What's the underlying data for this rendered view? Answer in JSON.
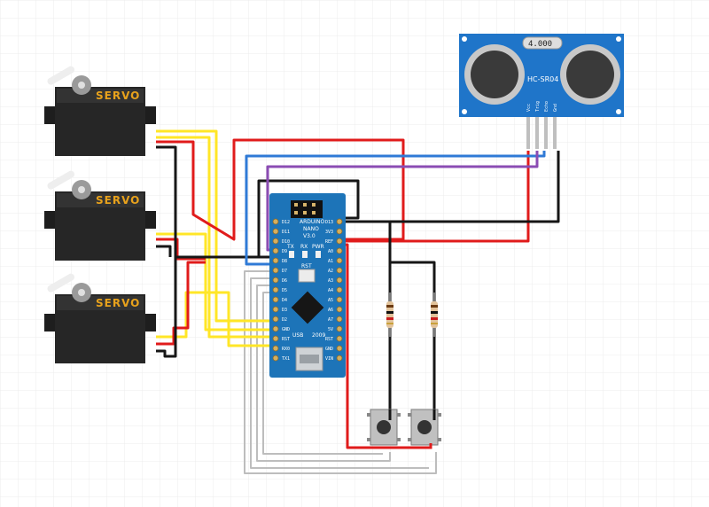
{
  "colors": {
    "background": "#ffffff",
    "grid": "#e9e9e9",
    "servo_body": "#222222",
    "servo_label": "#e8a21c",
    "board_blue": "#1d74b8",
    "sensor_blue": "#1f75c9",
    "wire_red": "#e01b1b",
    "wire_black": "#161616",
    "wire_yellow": "#ffe627",
    "wire_blue": "#2f7ad6",
    "wire_purple": "#8b4cb3",
    "wire_grey": "#b8b8b8"
  },
  "servos": [
    {
      "label": "SERVO"
    },
    {
      "label": "SERVO"
    },
    {
      "label": "SERVO"
    }
  ],
  "arduino": {
    "model_line1": "ARDUINO",
    "model_line2": "NANO",
    "model_line3": "V3.0",
    "year": "2009",
    "usb_label": "USB",
    "led_labels": [
      "TX",
      "RX",
      "PWR"
    ],
    "rst_label": "RST",
    "left_pins": [
      "D12",
      "D11",
      "D10",
      "D9",
      "D8",
      "D7",
      "D6",
      "D5",
      "D4",
      "D3",
      "D2",
      "GND",
      "RST",
      "RX0",
      "TX1"
    ],
    "right_pins": [
      "D13",
      "3V3",
      "REF",
      "A0",
      "A1",
      "A2",
      "A3",
      "A4",
      "A5",
      "A6",
      "A7",
      "5V",
      "RST",
      "GND",
      "VIN"
    ]
  },
  "sensor": {
    "model": "HC-SR04",
    "display": "4.000",
    "pins": [
      "Vcc",
      "Trig",
      "Echo",
      "Gnd"
    ]
  },
  "buttons": [
    {
      "name": "pushbutton-1"
    },
    {
      "name": "pushbutton-2"
    }
  ],
  "resistors": [
    {
      "name": "resistor-1"
    },
    {
      "name": "resistor-2"
    }
  ]
}
